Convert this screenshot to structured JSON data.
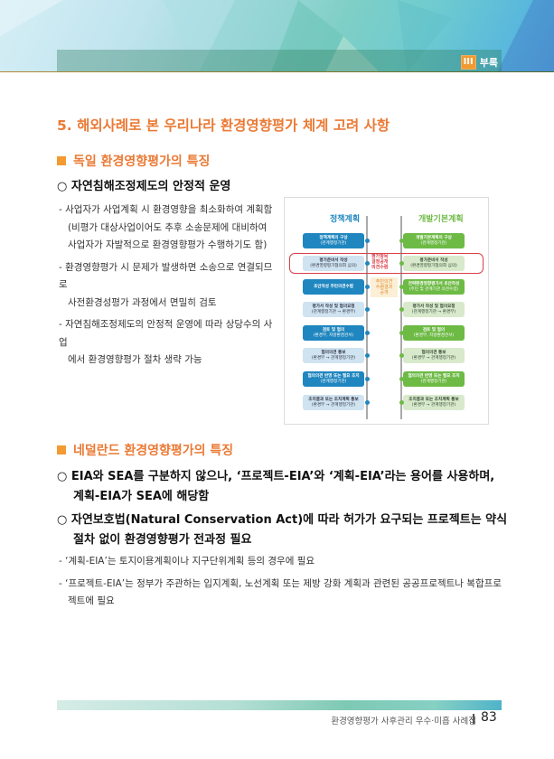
{
  "header": {
    "badge_num": "III",
    "badge_label": "부록"
  },
  "title": "5. 해외사례로 본 우리나라 환경영향평가 체계 고려 사항",
  "germany": {
    "heading": "독일 환경영향평가의 특징",
    "point": "자연침해조정제도의 안정적 운영",
    "dashes": [
      [
        "- 사업자가 사업계획 시 환경영향을 최소화하여 계획함",
        "(비평가 대상사업이어도 추후 소송문제에 대비하여",
        "사업자가 자발적으로 환경영향평가 수행하기도 함)"
      ],
      [
        "- 환경영향평가 시 문제가 발생하면 소송으로 연결되므로",
        "사전환경성평가 과정에서 면밀히 검토"
      ],
      [
        "- 자연침해조정제도의 안정적 운영에 따라 상당수의 사업",
        "에서 환경영향평가 절차 생략 가능"
      ]
    ]
  },
  "diagram": {
    "left_title": "정책계획",
    "right_title": "개발기본계획",
    "colors": {
      "dark_blue": "#1f86bf",
      "light_blue": "#cfe3f0",
      "green": "#6dba45",
      "light_green": "#d8eacb",
      "red": "#d9404a"
    },
    "left": [
      [
        "정책계획의 구상",
        "(관계행정기관)"
      ],
      [
        "평가준비서 작성",
        "(환경영향평가협의회 심의)"
      ],
      [
        "초안작성 주민의견수렴",
        ""
      ],
      [
        "평가서 작성 및 협의요청",
        "(관계행정기관 → 환경부)"
      ],
      [
        "검토 및 협의",
        "(환경부, 지방환경관서)"
      ],
      [
        "협의의견 통보",
        "(환경부 → 관계행정기관)"
      ],
      [
        "협의의견 반영 또는 필요 조치",
        "(관계행정기관)"
      ],
      [
        "조치결과 또는 조치계획 통보",
        "(환경부 → 관계행정기관)"
      ]
    ],
    "right": [
      [
        "개발기본계획의 구상",
        "(관계행정기관)"
      ],
      [
        "평가준비서 작성",
        "(환경영향평가협의회 심의)"
      ],
      [
        "전략환경영향평가서 초안작성",
        "(주민 및 관계기관 의견수렴)"
      ],
      [
        "평가서 작성 및 협의요청",
        "(관계행정기관 → 환경부)"
      ],
      [
        "검토 및 협의",
        "(환경부, 지방환경관서)"
      ],
      [
        "협의의견 통보",
        "(환경부 → 관계행정기관)"
      ],
      [
        "협의의견 반영 또는 필요 조치",
        "(관계행정기관)"
      ],
      [
        "조치결과 또는 조치계획 통보",
        "(환경부 → 관계행정기관)"
      ]
    ],
    "mid1": [
      "평가항목",
      "결정공개",
      "의견수렴"
    ],
    "mid2": [
      "주민의견",
      "수렴결과",
      "공개"
    ]
  },
  "netherlands": {
    "heading": "네덜란드 환경영향평가의 특징",
    "points": [
      [
        "EIA와 SEA를 구분하지 않으나, ‘프로젝트-EIA’와 ‘계획-EIA’라는 용어를 사용하며,",
        "계획-EIA가 SEA에 해당함"
      ],
      [
        "자연보호법(Natural Conservation Act)에 따라 허가가 요구되는 프로젝트는 약식",
        "절차 없이 환경영향평가 전과정 필요"
      ]
    ],
    "dashes": [
      [
        "- ‘계획-EIA’는 토지이용계획이나 지구단위계획 등의 경우에 필요"
      ],
      [
        "- ‘프로젝트-EIA’는 정부가 주관하는 입지계획, 노선계획 또는 제방 강화 계획과 관련된 공공프로젝트나 복합프로",
        "젝트에 필요"
      ]
    ]
  },
  "footer": {
    "text": "환경영향평가 사후관리 우수·미흡 사례집",
    "page": "83"
  }
}
